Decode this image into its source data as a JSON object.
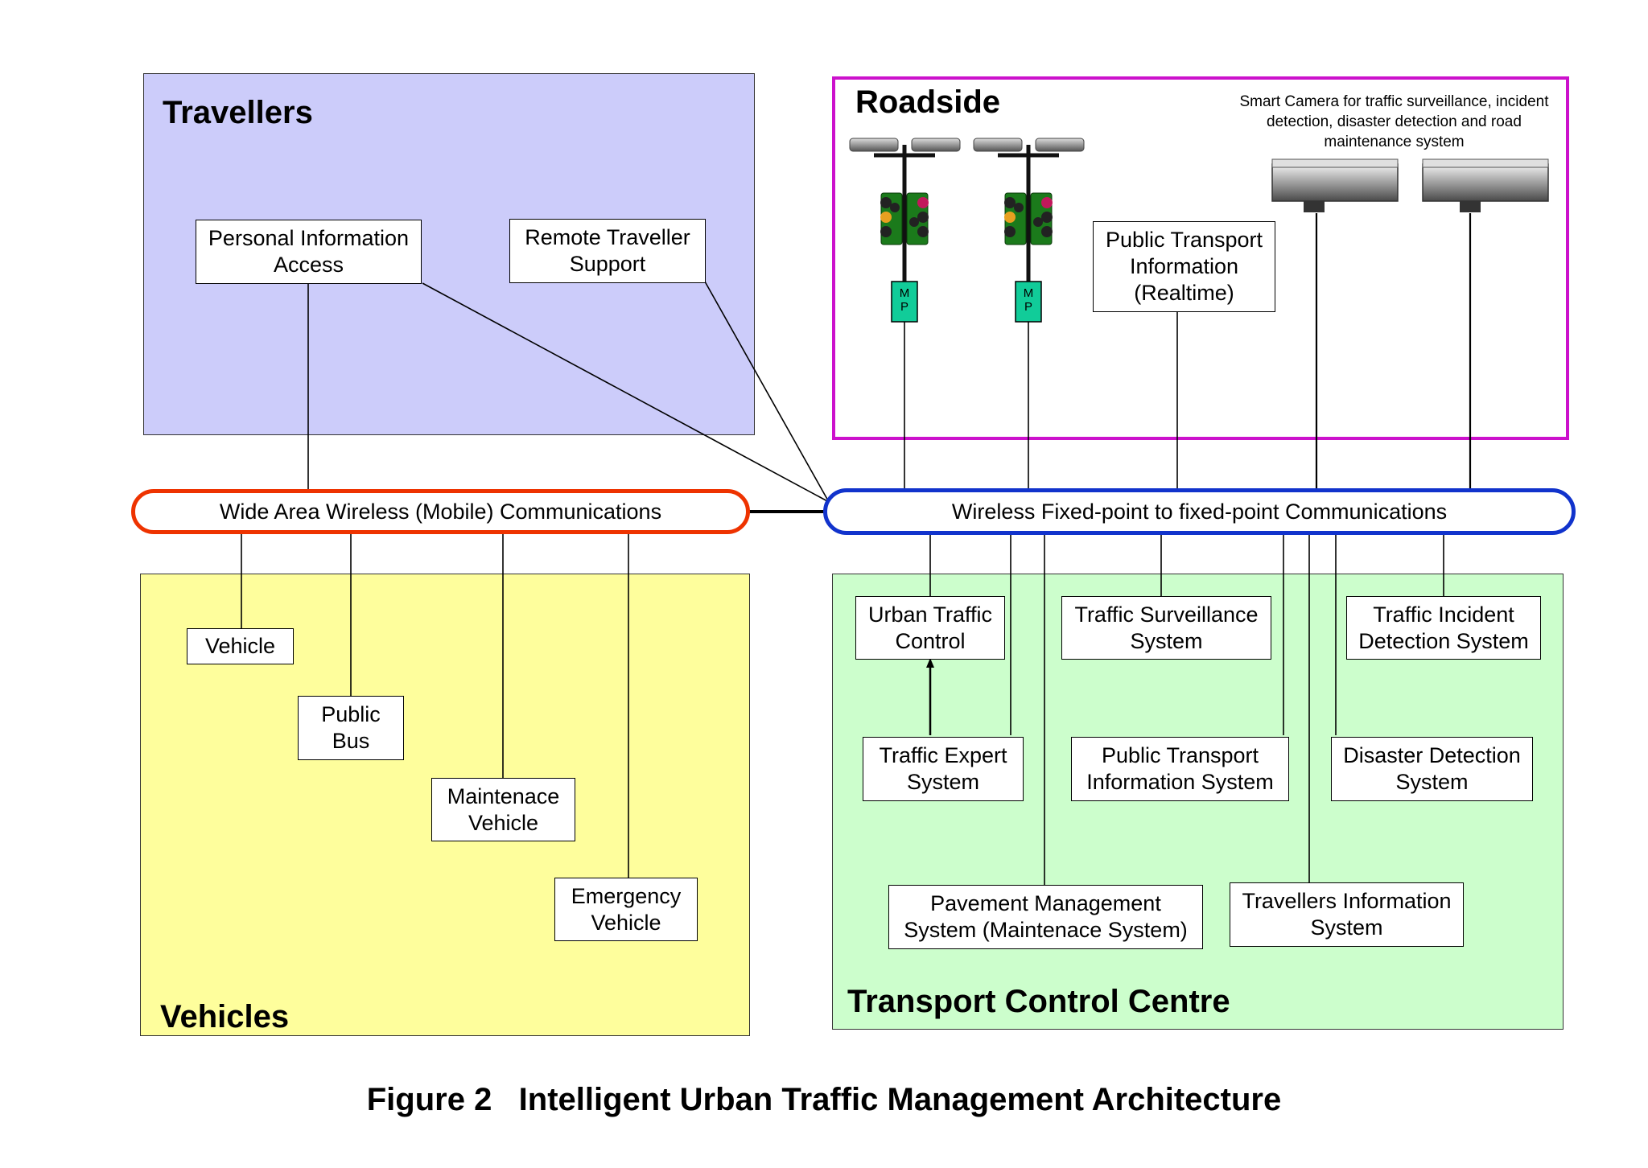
{
  "regions": {
    "travellers": "Travellers",
    "roadside": "Roadside",
    "vehicles": "Vehicles",
    "tcc": "Transport Control Centre"
  },
  "buses": {
    "mobile": "Wide Area Wireless (Mobile) Communications",
    "fixed": "Wireless Fixed-point to fixed-point Communications"
  },
  "travellers": {
    "personal_info": "Personal Information\nAccess",
    "remote_support": "Remote Traveller\nSupport"
  },
  "roadside": {
    "camera_note": "Smart Camera for traffic surveillance, incident\ndetection, disaster  detection and road\nmaintenance system",
    "public_transport_rt": "Public Transport\nInformation\n(Realtime)",
    "mp_label_1": "M\nP",
    "mp_label_2": "M\nP"
  },
  "vehicles": {
    "vehicle": "Vehicle",
    "public_bus": "Public\nBus",
    "maintenance": "Maintenace\nVehicle",
    "emergency": "Emergency\nVehicle"
  },
  "tcc": {
    "urban_traffic": "Urban Traffic\nControl",
    "surveillance": "Traffic Surveillance\nSystem",
    "incident": "Traffic Incident\nDetection System",
    "expert": "Traffic Expert\nSystem",
    "pt_info": "Public Transport\nInformation System",
    "disaster": "Disaster Detection\nSystem",
    "pavement": "Pavement Management\nSystem (Maintenace System)",
    "travellers_info": "Travellers Information\nSystem"
  },
  "caption": "Figure 2   Intelligent Urban Traffic Management Architecture",
  "colors": {
    "travellers_bg": "#ccccfa",
    "roadside_border": "#cc11cc",
    "vehicles_bg": "#fefe9c",
    "tcc_bg": "#ccfecc",
    "mobile_bus": "#ee3300",
    "fixed_bus": "#1133cc",
    "mp_sign": "#11cc99"
  }
}
